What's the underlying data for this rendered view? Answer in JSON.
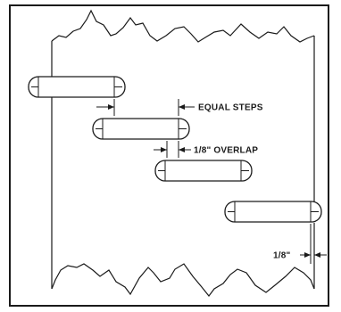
{
  "labels": {
    "equal_steps": "EQUAL STEPS",
    "overlap": "1/8\" OVERLAP",
    "edge_offset": "1/8\""
  },
  "colors": {
    "ink": "#1a1a1a",
    "paper": "#ffffff"
  }
}
